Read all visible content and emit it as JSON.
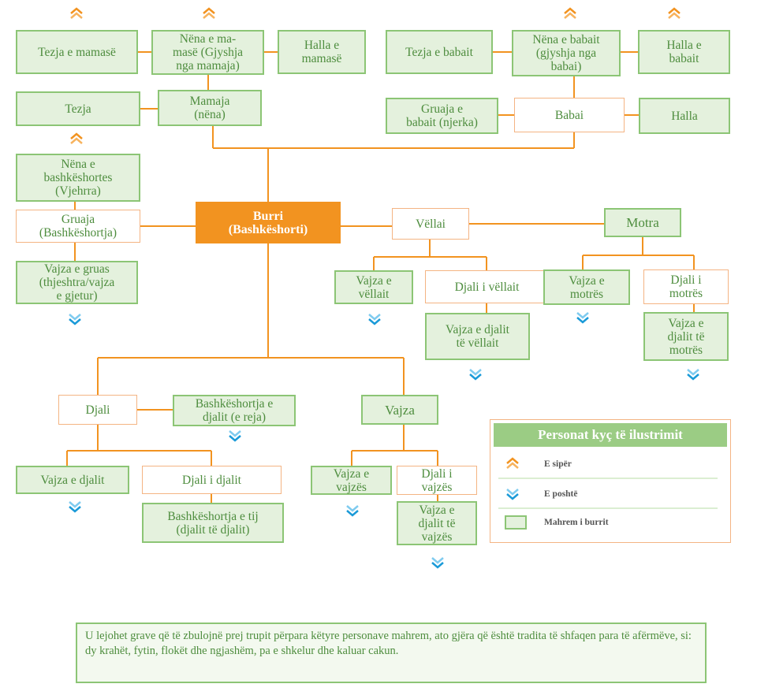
{
  "nodes": {
    "tezja_mamase": "Tezja e mamasë",
    "nena_mamase": "Nëna e ma-\nmasë (Gjyshja\nnga mamaja)",
    "halla_mamase": "Halla e\nmamasë",
    "tezja_babait": "Tezja e babait",
    "nena_babait": "Nëna e babait\n(gjyshja nga\nbabai)",
    "halla_babait": "Halla e\nbabait",
    "tezja": "Tezja",
    "mamaja": "Mamaja\n(nëna)",
    "gruaja_babait": "Gruaja e\nbabait (njerka)",
    "babai": "Babai",
    "halla": "Halla",
    "nena_bashkeshortes": "Nëna e\nbashkëshortes\n(Vjehrra)",
    "gruaja": "Gruaja\n(Bashkëshortja)",
    "vajza_gruas": "Vajza e gruas\n(thjeshtra/vajza\ne gjetur)",
    "burri": "Burri\n(Bashkëshorti)",
    "vellai": "Vëllai",
    "motra": "Motra",
    "vajza_vellait": "Vajza e\nvëllait",
    "djali_vellait": "Djali i vëllait",
    "vajza_djalit_vellait": "Vajza e djalit\ntë vëllait",
    "vajza_motres": "Vajza e\nmotrës",
    "djali_motres": "Djali i\nmotrës",
    "vajza_djalit_motres": "Vajza e\ndjalit të\nmotrës",
    "djali": "Djali",
    "bashkeshortja_djalit": "Bashkëshortja e\ndjalit (e reja)",
    "vajza": "Vajza",
    "vajza_djalit": "Vajza e djalit",
    "djali_djalit": "Djali i djalit",
    "bashkeshortja_tij": "Bashkëshortja e tij\n(djalit të djalit)",
    "vajza_vajzes": "Vajza e\nvajzës",
    "djali_vajzes": "Djali i\nvajzës",
    "vajza_djalit_vajzes": "Vajza e\ndjalit të\nvajzës"
  },
  "legend": {
    "title": "Personat kyç të ilustrimit",
    "up_label": "E sipër",
    "down_label": "E poshtë",
    "mahrem_label": "Mahrem i burrit"
  },
  "note": "U lejohet grave që të zbulojnë prej trupit përpara këtyre personave mahrem, ato gjëra që është tradita të shfaqen para të afërmëve, si: dy krahët, fytin, flokët dhe ngjashëm, pa e shkelur dhe kaluar cakun.",
  "colors": {
    "mahrem_fill": "#e4f1dd",
    "mahrem_border": "#8cc575",
    "line": "#f29320",
    "center": "#f29320",
    "down_arrow": "#29a8e0",
    "up_arrow": "#f29320"
  },
  "icons": {
    "up": "double-chevron-up-icon",
    "down": "double-chevron-down-icon",
    "mahrem": "green-box-icon"
  }
}
